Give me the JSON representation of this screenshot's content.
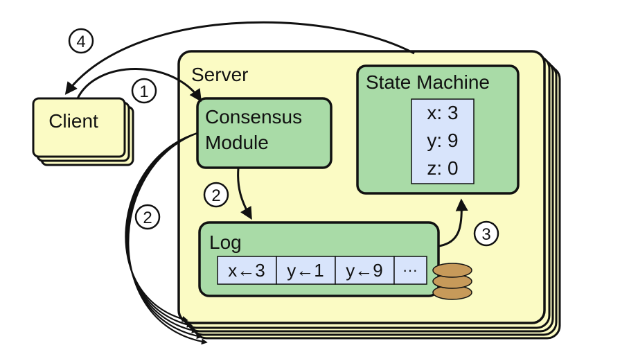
{
  "colors": {
    "server_fill": "#fbfbc4",
    "module_fill": "#a9dba7",
    "cell_fill": "#d8e4fb",
    "disk_fill": "#c79a5a",
    "stroke": "#111111"
  },
  "client": {
    "label": "Client"
  },
  "server": {
    "label": "Server"
  },
  "consensus": {
    "line1": "Consensus",
    "line2": "Module"
  },
  "state_machine": {
    "title": "State Machine",
    "vars": [
      "x: 3",
      "y: 9",
      "z: 0"
    ]
  },
  "log": {
    "title": "Log",
    "entries": [
      "x←3",
      "y←1",
      "y←9",
      "···"
    ]
  },
  "steps": {
    "request": "1",
    "replicate_local": "2",
    "replicate_peers": "2",
    "apply": "3",
    "reply": "4"
  },
  "icons": {
    "disk": "disk-stack-icon"
  }
}
